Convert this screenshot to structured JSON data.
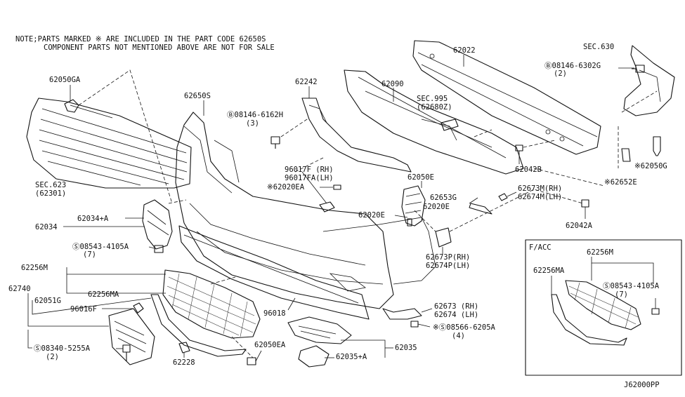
{
  "notes": {
    "line1": "NOTE;PARTS MARKED ※ ARE INCLUDED IN THE PART CODE   62650S",
    "line2": "COMPONENT PARTS NOT MENTIONED ABOVE ARE NOT FOR SALE"
  },
  "labels": {
    "p62050GA": "62050GA",
    "sec623": "SEC.623",
    "sec623b": "(62301)",
    "p62650S": "62650S",
    "p62242": "62242",
    "bolt6162": "Ⓑ08146-6162H",
    "bolt6162q": "(3)",
    "p62090": "62090",
    "sec995": "SEC.995",
    "sec995b": "(62680Z)",
    "p62022": "62022",
    "sec630": "SEC.630",
    "bolt6302": "Ⓑ08146-6302G",
    "bolt6302q": "(2)",
    "p62042B": "62042B",
    "p62050G": "※62050G",
    "p62652E": "※62652E",
    "p62673M": "62673M(RH)",
    "p62674M": "62674M(LH)",
    "p62042A": "62042A",
    "p62653G": "62653G",
    "p62050E": "62050E",
    "p62020E_a": "62020E",
    "p62020E_b": "62020E",
    "p96017F": "96017F  (RH)",
    "p96017FA": "96017FA(LH)",
    "p62020EA": "※62020EA",
    "p62034A": "62034+A",
    "p62034": "62034",
    "screw4105": "Ⓢ08543-4105A",
    "screw4105q": "(7)",
    "p62256M": "62256M",
    "p62256MA": "62256MA",
    "p62740": "62740",
    "p62051G": "62051G",
    "p96016F": "96016F",
    "screw5255": "Ⓢ08340-5255A",
    "screw5255q": "(2)",
    "p62228": "62228",
    "p62050EA": "62050EA",
    "p96018": "96018",
    "p62673P": "62673P(RH)",
    "p62674P": "62674P(LH)",
    "p62673": "62673 (RH)",
    "p62674": "62674 (LH)",
    "screw6205": "※Ⓢ08566-6205A",
    "screw6205q": "(4)",
    "p62035": "62035",
    "p62035A": "62035+A",
    "facc": "F/ACC",
    "facc62256M": "62256M",
    "facc62256MA": "62256MA",
    "facc4105": "Ⓢ08543-4105A",
    "facc4105q": "(7)",
    "code": "J62000PP"
  }
}
